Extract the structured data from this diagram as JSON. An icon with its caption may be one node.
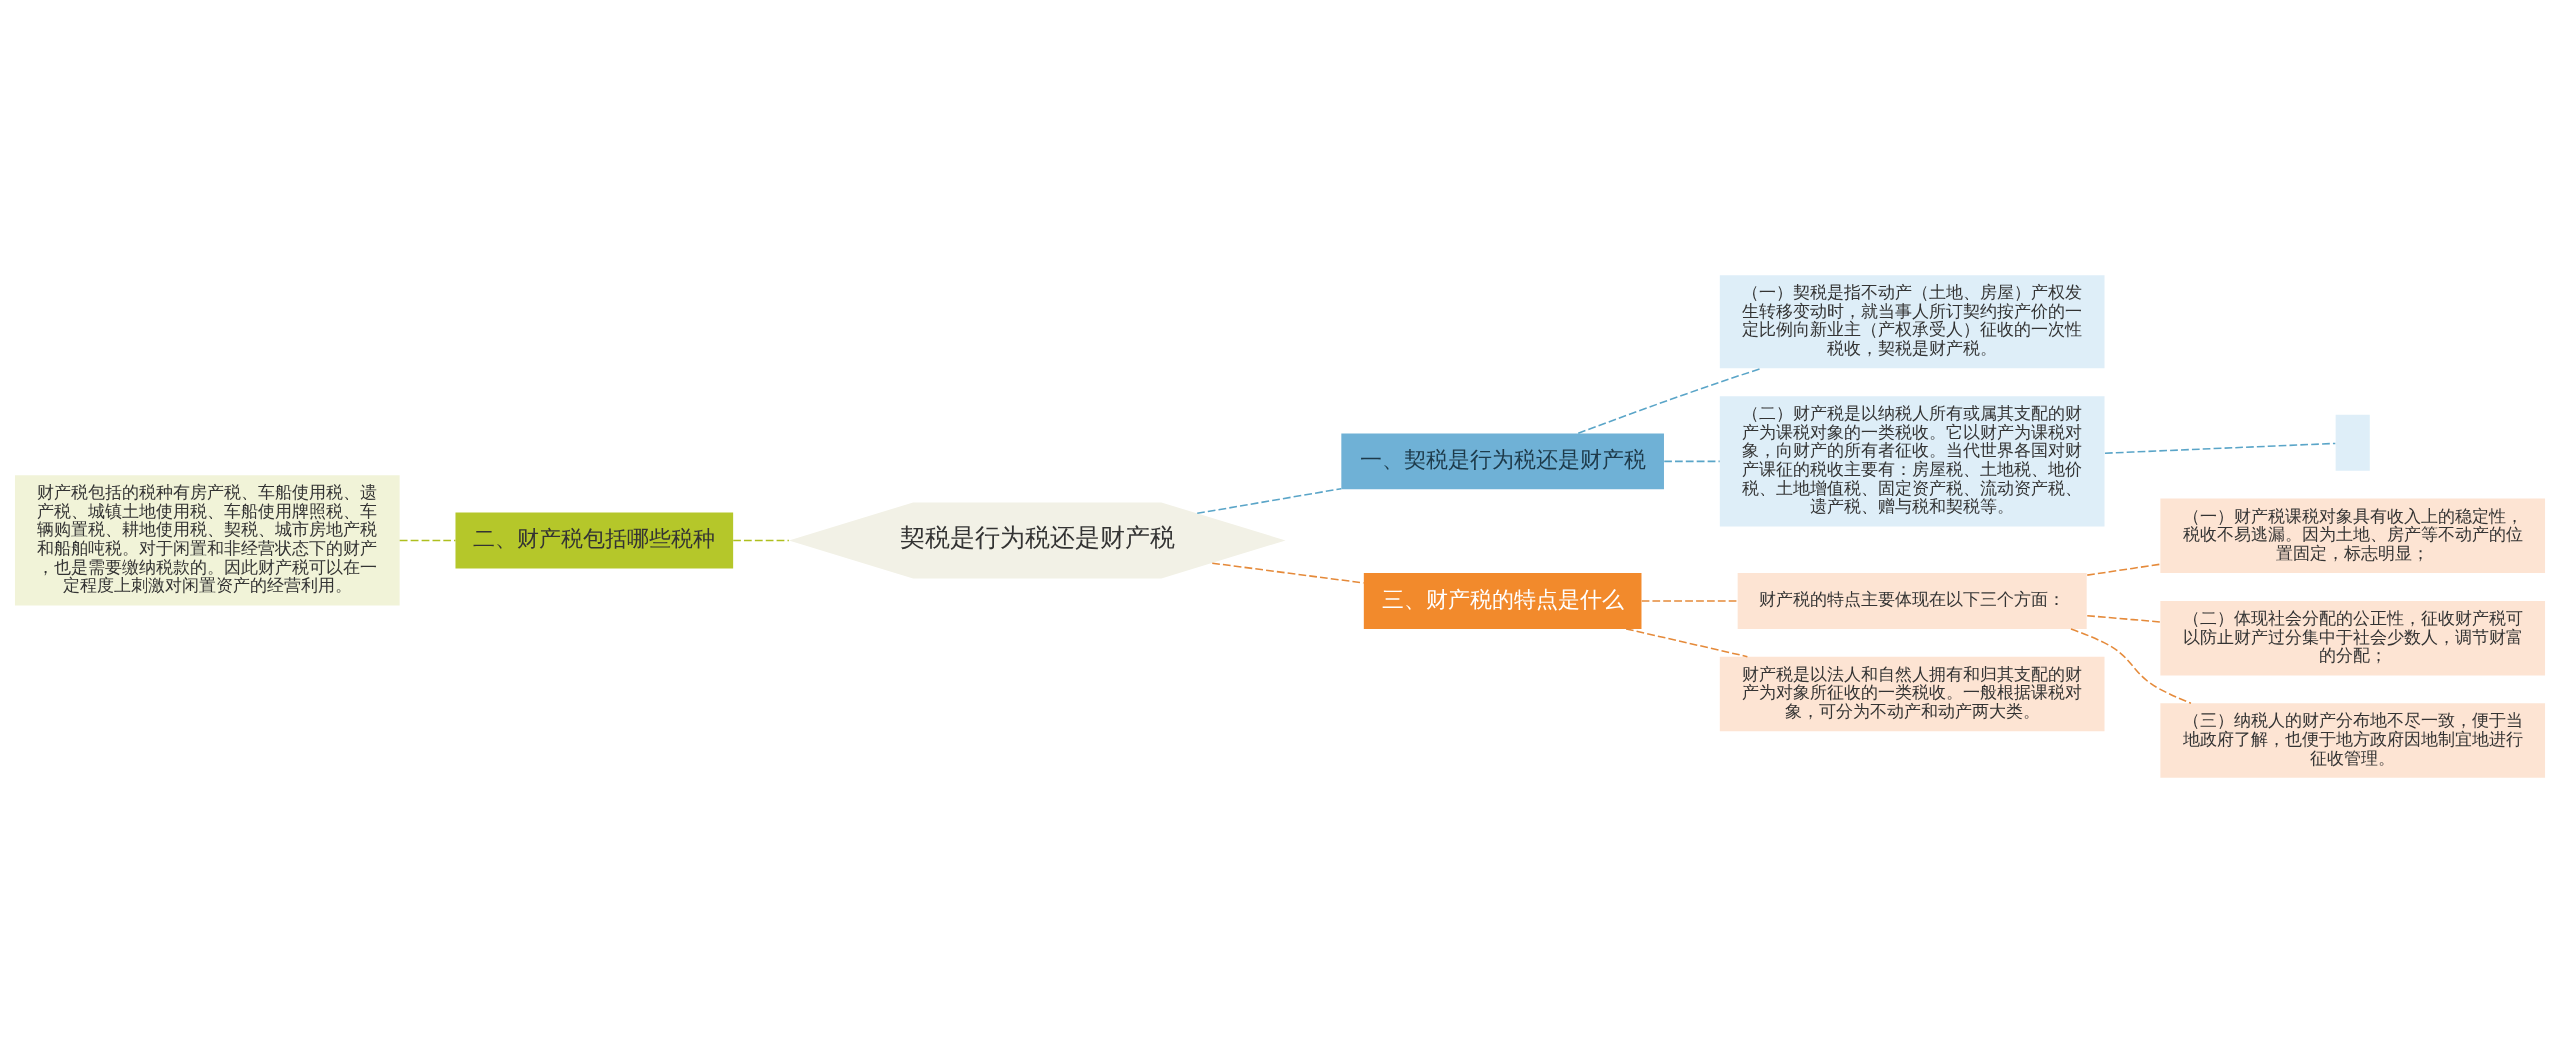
{
  "diagram": {
    "nodes": [
      {
        "text": [
          "契税是行为税还是财产税"
        ]
      },
      {
        "text": [
          "一、契税是行为税还是财产税"
        ]
      },
      {
        "text": [
          "（一）契税是指不动产（土地、房屋）产权发生转移变动时，就当事人所订契约按产价的一定比例向新业主（产权承受人）征收的一次性税收，契税是财产税。"
        ]
      },
      {
        "text": [
          "（二）财产税是以纳税人所有或属其支配的财产为课税对象的一类税收。它以财产为课税对象，向财产的所有者征收。当代世界各国对财产课征的税收主要有：房屋税、土地税、地价税、土地增值税、固定资产税、流动资产税、遗产税、赠与税和契税等。"
        ]
      },
      {
        "text": [],
        "shape": "box"
      },
      {
        "text": [
          "二、财产税包括哪些税种"
        ]
      },
      {
        "text": [
          "财产税包括的税种有房产税、车船使用税、遗产税、城镇土地使用税、车船使用牌照税、车辆购置税、耕地使用税、契税、城市房地产税和船舶吨税。对于闲置和非经营状态下的财产，也是需要缴纳税款的。因此财产税可以在一定程度上刺激对闲置资产的经营利用。"
        ]
      },
      {
        "text": [
          "三、财产税的特点是什么"
        ]
      },
      {
        "text": [
          "财产税的特点主要体现在以下三个方面："
        ]
      },
      {
        "text": [
          "（一）财产税课税对象具有收入上的稳定性，税收不易逃漏。因为土地、房产等不动产的位置固定，标志明显；"
        ]
      },
      {
        "text": [
          "（二）体现社会分配的公正性，征收财产税可以防止财产过分集中于社会少数人，调节财富的分配；"
        ]
      },
      {
        "text": [
          "（三）纳税人的财产分布地不尽一致，便于当地政府了解，也便于地方政府因地制宜地进行征收管理。"
        ]
      },
      {
        "text": [
          "财产税是以法人和自然人拥有和归其支配的财产为对象所征收的一类税收。一般根据课税对象，可分为不动产和动产两大类。"
        ]
      }
    ],
    "edges": [
      {
        "from": 0,
        "to": 1,
        "arrow": "none",
        "style": "dashed",
        "color": "#5aa5c8"
      },
      {
        "from": 1,
        "to": 2,
        "arrow": "none",
        "style": "dashed",
        "color": "#5aa5c8"
      },
      {
        "from": 1,
        "to": 3,
        "arrow": "none",
        "style": "dashed",
        "color": "#5aa5c8"
      },
      {
        "from": 3,
        "to": 4,
        "arrow": "none",
        "style": "dashed",
        "color": "#5aa5c8"
      },
      {
        "from": 0,
        "to": 5,
        "arrow": "none",
        "style": "dashed",
        "color": "#aebf1f"
      },
      {
        "from": 5,
        "to": 6,
        "arrow": "none",
        "style": "dashed",
        "color": "#aebf1f"
      },
      {
        "from": 0,
        "to": 7,
        "arrow": "none",
        "style": "dashed"
      },
      {
        "from": 7,
        "to": 8,
        "arrow": "none",
        "style": "dashed"
      },
      {
        "from": 8,
        "to": 9,
        "arrow": "none",
        "style": "dashed"
      },
      {
        "from": 8,
        "to": 10,
        "arrow": "none",
        "style": "dashed"
      },
      {
        "from": 8,
        "to": 11,
        "arrow": "none",
        "style": "dashed"
      },
      {
        "from": 7,
        "to": 12,
        "arrow": "none",
        "style": "dashed"
      }
    ]
  }
}
